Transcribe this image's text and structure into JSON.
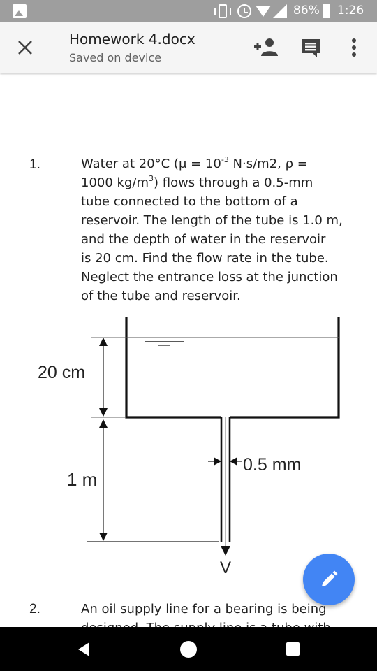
{
  "status_bar": {
    "battery_percent": "86%",
    "time": "1:26",
    "icons": [
      "gallery-icon",
      "vibrate-icon",
      "alarm-icon",
      "wifi-icon",
      "signal-icon",
      "battery-icon"
    ]
  },
  "app_bar": {
    "title": "Homework 4.docx",
    "subtitle": "Saved on device",
    "icons": [
      "close-icon",
      "add-person-icon",
      "comment-icon",
      "more-vert-icon"
    ]
  },
  "question1": {
    "number": "1.",
    "lines": [
      [
        "Water at 20°C (μ = 10",
        "-3",
        " N·s/m2, ρ ="
      ],
      [
        "1000 kg/m",
        "3",
        ") flows through a 0.5-mm"
      ],
      [
        "tube connected to the bottom of a"
      ],
      [
        "reservoir. The length of the tube is 1.0 m,"
      ],
      [
        "and the depth of water in the reservoir"
      ],
      [
        "is 20 cm. Find the flow rate in the tube."
      ],
      [
        "Neglect the entrance loss at the junction"
      ],
      [
        "of the tube and reservoir."
      ]
    ]
  },
  "diagram": {
    "depth_label": "20 cm",
    "length_label": "1 m",
    "diameter_label": "0.5 mm",
    "velocity_label": "V"
  },
  "question2": {
    "number": "2.",
    "line1": "An oil supply line for a bearing is being",
    "line2": "designed. The supply line is a tube with"
  },
  "fab": {
    "icon": "edit-pencil-icon"
  },
  "nav_bar": {
    "icons": [
      "back-icon",
      "home-icon",
      "recents-icon"
    ]
  },
  "colors": {
    "status_bar": "#9e9e9e",
    "app_bar": "#f5f5f5",
    "fab": "#4285f4",
    "nav_bar": "#000000"
  }
}
